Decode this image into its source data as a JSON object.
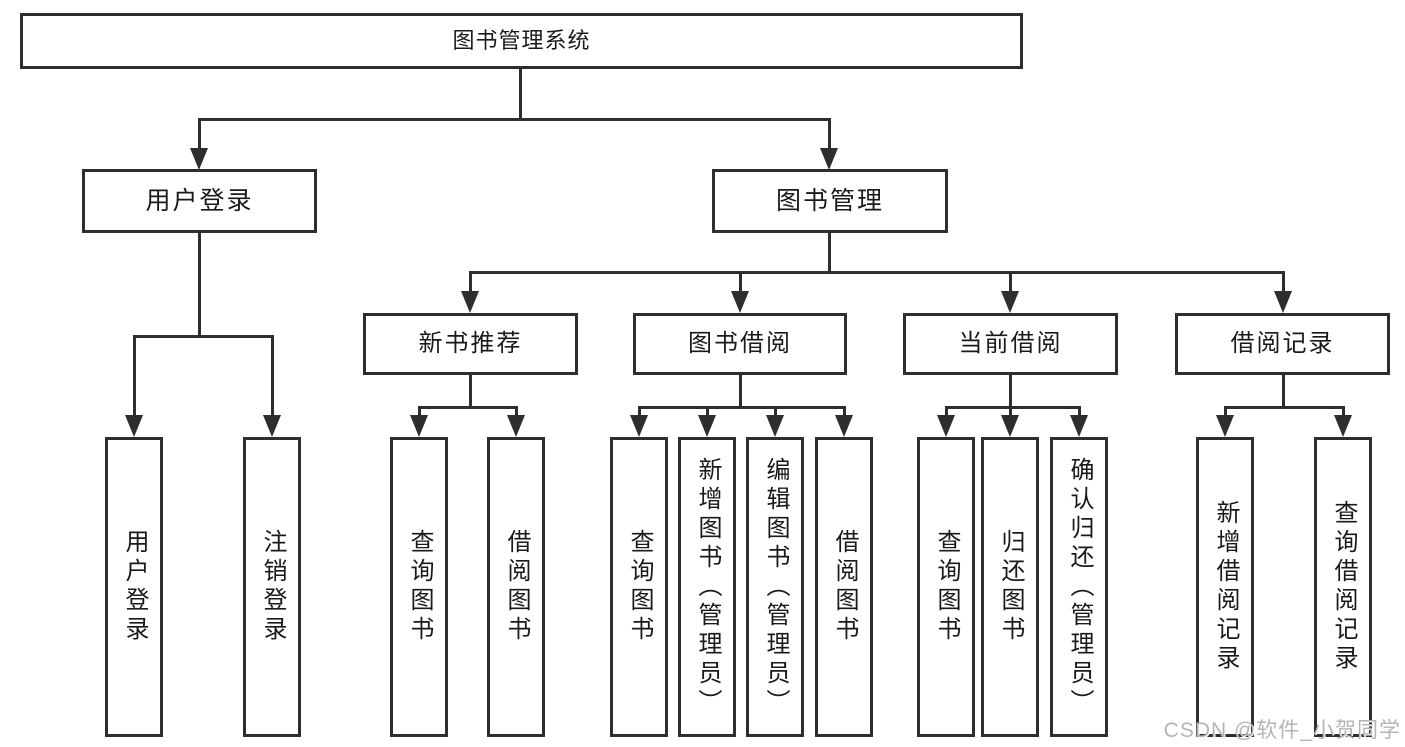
{
  "diagram": {
    "root": {
      "label": "图书管理系统"
    },
    "level2": [
      {
        "label": "用户登录"
      },
      {
        "label": "图书管理"
      }
    ],
    "level3": [
      {
        "label": "新书推荐"
      },
      {
        "label": "图书借阅"
      },
      {
        "label": "当前借阅"
      },
      {
        "label": "借阅记录"
      }
    ],
    "leaves": {
      "user_login": [
        "用户登录",
        "注销登录"
      ],
      "new_book": [
        "查询图书",
        "借阅图书"
      ],
      "book_borrow": [
        "查询图书",
        "新增图书（管理员）",
        "编辑图书（管理员）",
        "借阅图书"
      ],
      "current_borrow": [
        "查询图书",
        "归还图书",
        "确认归还（管理员）"
      ],
      "borrow_record": [
        "新增借阅记录",
        "查询借阅记录"
      ]
    }
  },
  "watermark": {
    "text": "CSDN @软件_小贺同学"
  },
  "colors": {
    "line": "#2e2e2e",
    "text": "#1a1a1a",
    "background": "#ffffff",
    "watermark": "#b4b4b4"
  }
}
